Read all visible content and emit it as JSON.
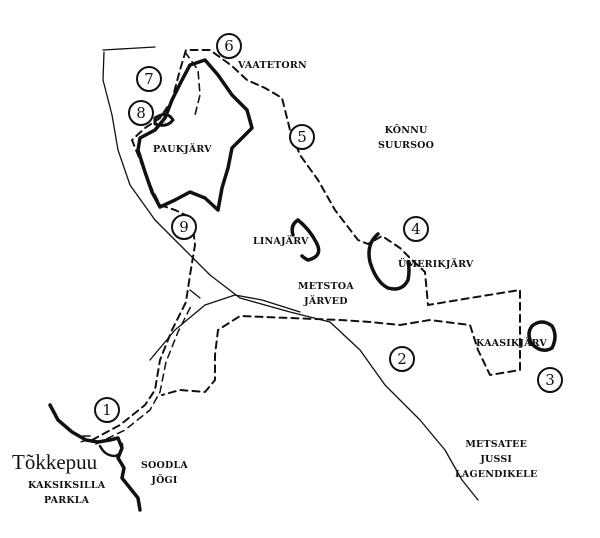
{
  "colors": {
    "ink": "#111111",
    "paper": "#ffffff"
  },
  "labels": {
    "vaatetorn": "VAATETORN",
    "paukjarv": "PAUKJÄRV",
    "konnu": "KÕNNU",
    "suursoo": "SUURSOO",
    "linajarv": "LINAJÄRV",
    "umerikjarv": "ÜMERIKJÄRV",
    "metstoa": "METSTOA",
    "jarved": "JÄRVED",
    "kaasikjarv": "KAASIKJÄRV",
    "tokkepuu": "Tõkkepuu",
    "kaksiksilla": "KAKSIKSILLA",
    "parkla": "PARKLA",
    "soodla": "SOODLA",
    "jogi": "JÕGI",
    "metsatee": "METSATEE",
    "jussi": "JUSSI",
    "lagendikele": "LAGENDIKELE"
  },
  "stops": [
    "1",
    "2",
    "3",
    "4",
    "5",
    "6",
    "7",
    "8",
    "9"
  ]
}
